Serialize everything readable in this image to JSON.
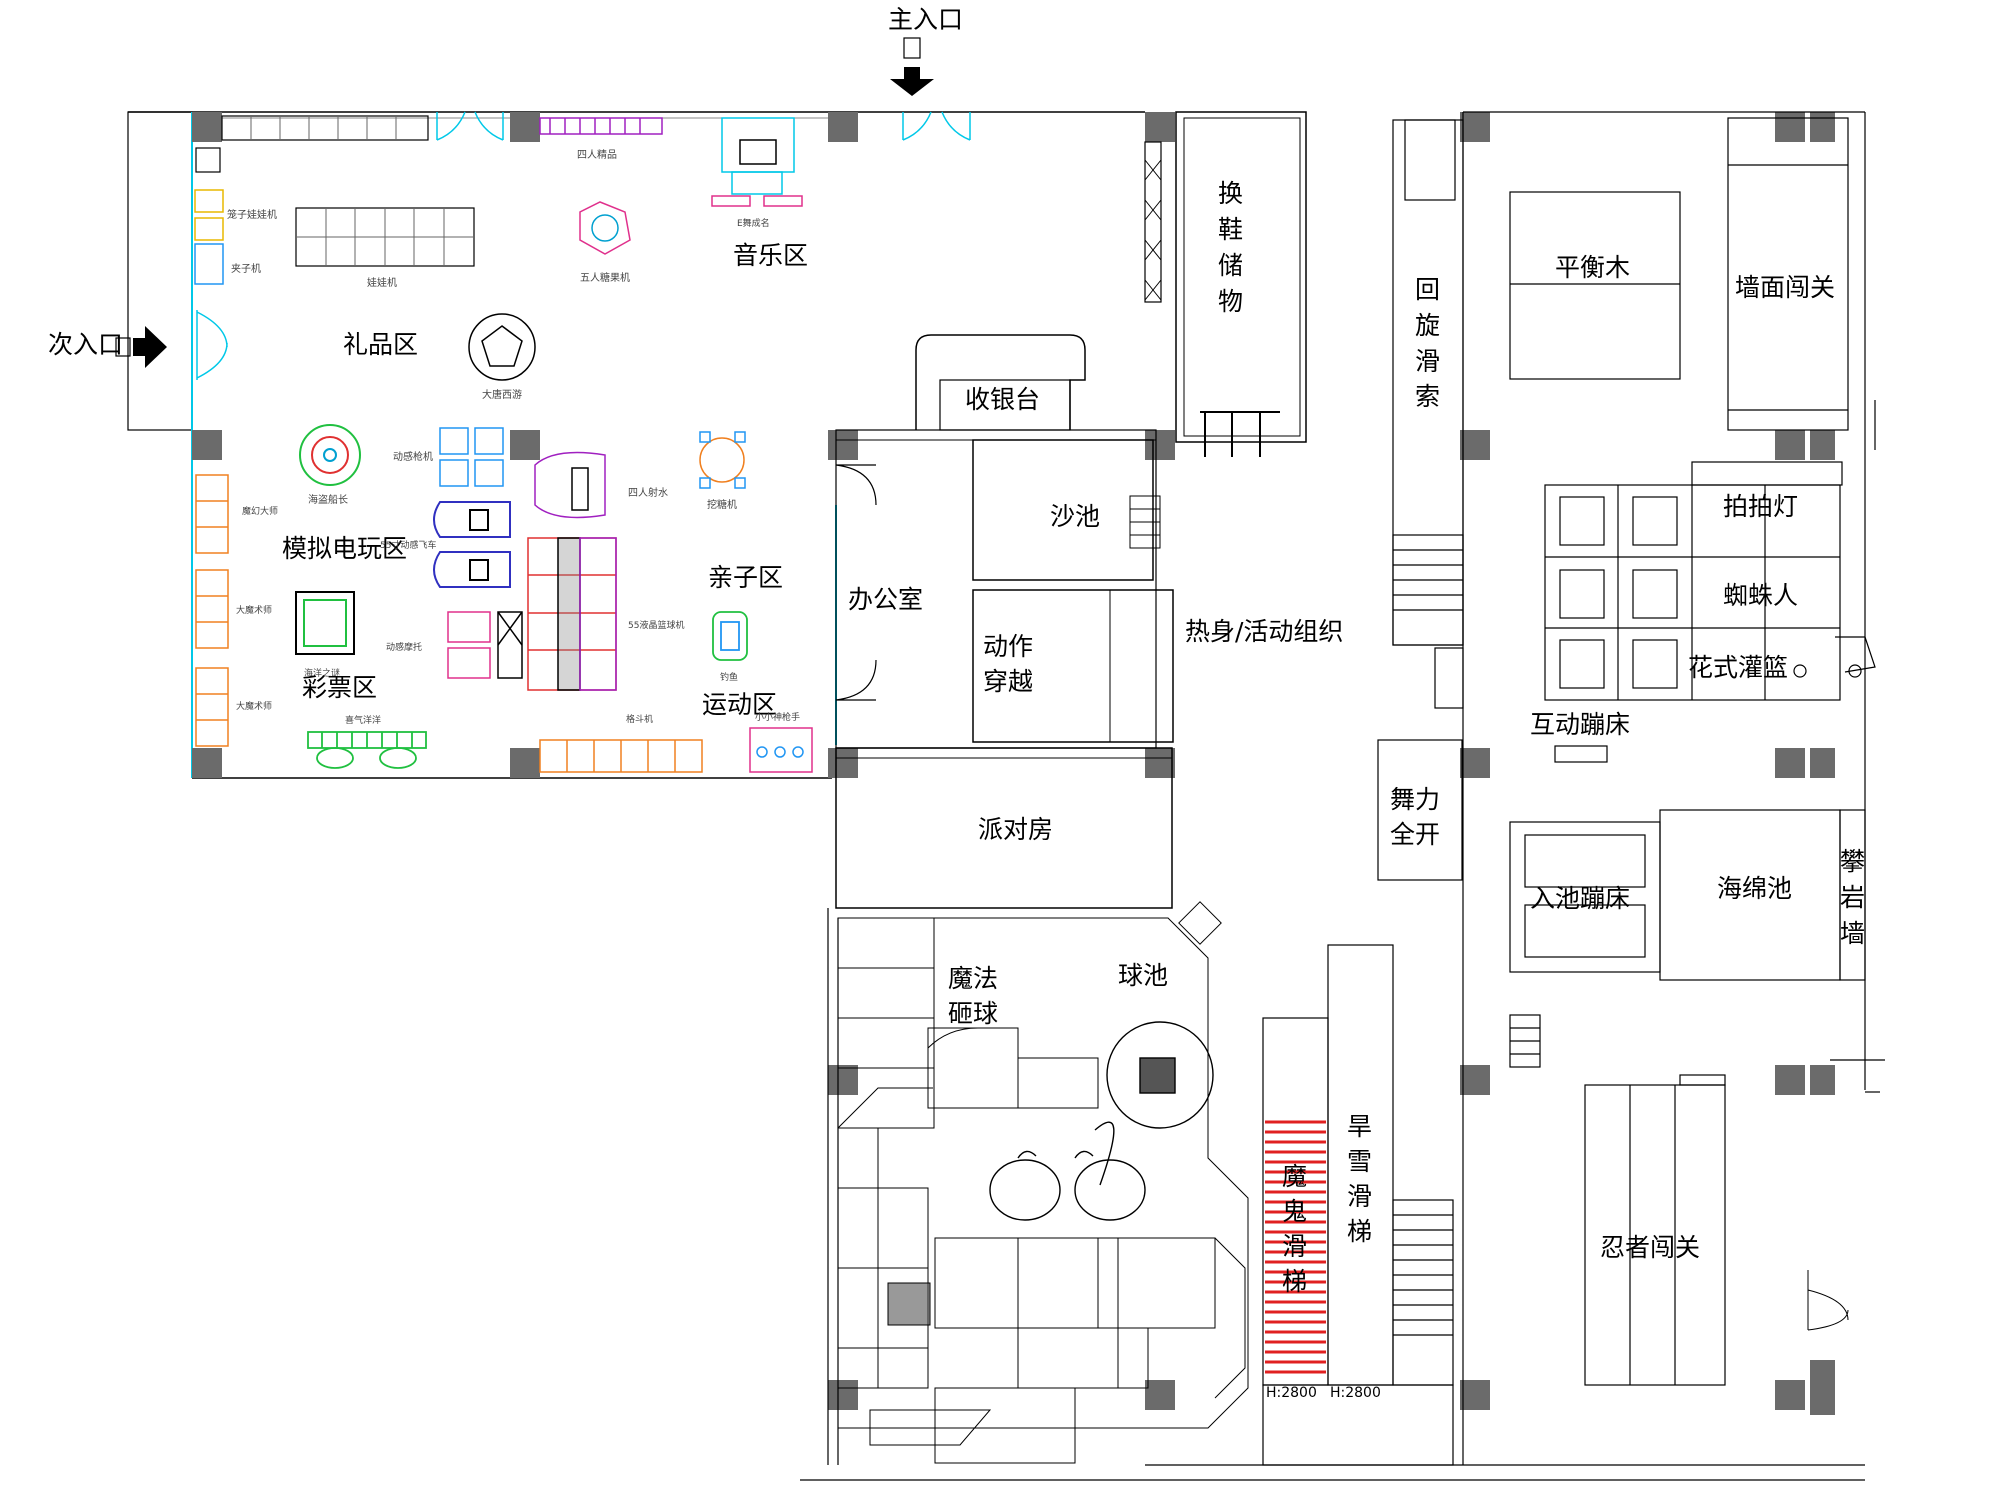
{
  "entrances": {
    "main": "主入口",
    "secondary": "次入口"
  },
  "zones": {
    "gift": "礼品区",
    "music": "音乐区",
    "sim_arcade": "模拟电玩区",
    "lottery": "彩票区",
    "parent_child": "亲子区",
    "sports": "运动区",
    "office": "办公室",
    "cashier": "收银台",
    "sand_pool": "沙池",
    "action_cross": [
      "动作",
      "穿越"
    ],
    "warmup": "热身/活动组织",
    "party_room": "派对房",
    "shoe_storage": [
      "换",
      "鞋",
      "储",
      "物"
    ],
    "rotary_zipline": [
      "回",
      "旋",
      "滑",
      "索"
    ],
    "balance_beam": "平衡木",
    "wall_challenge": "墙面闯关",
    "clap_light": "拍拍灯",
    "spiderman": "蜘蛛人",
    "fancy_dunk": "花式灌篮",
    "interactive_trampoline": "互动蹦床",
    "dance_power": [
      "舞力",
      "全开"
    ],
    "pool_trampoline": "入池蹦床",
    "sponge_pool": "海绵池",
    "climbing_wall": [
      "攀",
      "岩",
      "墙"
    ],
    "magic_ball": [
      "魔法",
      "砸球"
    ],
    "ball_pool": "球池",
    "devil_slide": [
      "魔",
      "鬼",
      "滑",
      "梯"
    ],
    "dry_snow_slide": [
      "旱",
      "雪",
      "滑",
      "梯"
    ],
    "ninja_challenge": "忍者闯关",
    "height_1": "H:2800",
    "height_2": "H:2800"
  },
  "machines": {
    "four_person_premium": "四人精品",
    "e_dance": "E舞成名",
    "five_candy": "五人糖果机",
    "doll_machine": "娃娃机",
    "cage_doll": "笼子娃娃机",
    "clip_machine": "夹子机",
    "datang": "大唐西游",
    "pirate_captain": "海盗船长",
    "motion_gun": "动感枪机",
    "four_shoot_water": "四人射水",
    "digger": "挖糖机",
    "magic_master": "魔幻大师",
    "big_magician_1": "大魔术师",
    "big_magician_2": "大魔术师",
    "fly_car": "55寸动感飞车",
    "motion_moto": "动感摩托",
    "lcd_basketball": "55液晶篮球机",
    "sea_world": "海洋之谜",
    "fishing": "钓鱼",
    "joy_sea": "喜气洋洋",
    "claw_fight": "格斗机",
    "little_gunner": "小小神枪手"
  }
}
